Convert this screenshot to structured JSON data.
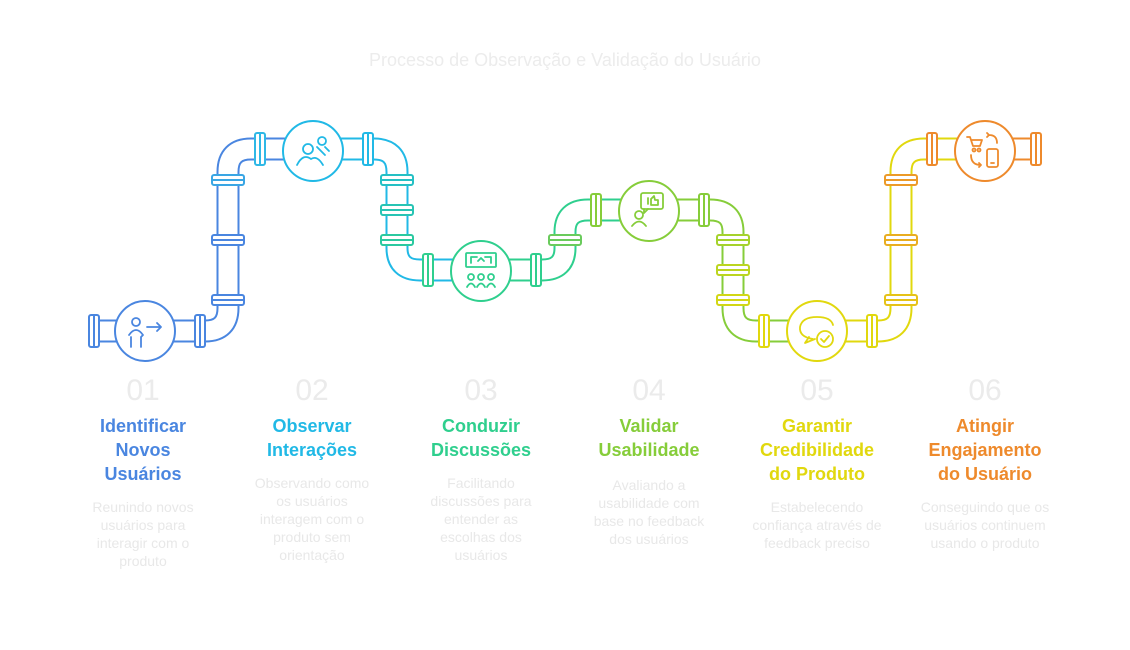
{
  "title": "Processo de Observação e Validação do Usuário",
  "colors": {
    "step1": "#4a86e0",
    "step2": "#21b9e6",
    "step3": "#2fcf8e",
    "step4": "#86cd3a",
    "step5": "#e1d80e",
    "step6": "#ee8a2c"
  },
  "steps": [
    {
      "number": "01",
      "name_lines": [
        "Identificar",
        "Novos",
        "Usuários"
      ],
      "desc_lines": [
        "Reunindo novos",
        "usuários para",
        "interagir com o",
        "produto"
      ],
      "icon": "user-arrow-icon"
    },
    {
      "number": "02",
      "name_lines": [
        "Observar",
        "Interações"
      ],
      "desc_lines": [
        "Observando como",
        "os usuários",
        "interagem com o",
        "produto sem",
        "orientação"
      ],
      "icon": "people-talking-icon"
    },
    {
      "number": "03",
      "name_lines": [
        "Conduzir",
        "Discussões"
      ],
      "desc_lines": [
        "Facilitando",
        "discussões para",
        "entender as",
        "escolhas dos",
        "usuários"
      ],
      "icon": "group-discussion-icon"
    },
    {
      "number": "04",
      "name_lines": [
        "Validar",
        "Usabilidade"
      ],
      "desc_lines": [
        "Avaliando a",
        "usabilidade com",
        "base no feedback",
        "dos usuários"
      ],
      "icon": "feedback-thumb-icon"
    },
    {
      "number": "05",
      "name_lines": [
        "Garantir",
        "Credibilidade",
        "do Produto"
      ],
      "desc_lines": [
        "Estabelecendo",
        "confiança através de",
        "feedback preciso"
      ],
      "icon": "chat-check-icon"
    },
    {
      "number": "06",
      "name_lines": [
        "Atingir",
        "Engajamento",
        "do Usuário"
      ],
      "desc_lines": [
        "Conseguindo que os",
        "usuários continuem",
        "usando o produto"
      ],
      "icon": "cart-phone-cycle-icon"
    }
  ]
}
